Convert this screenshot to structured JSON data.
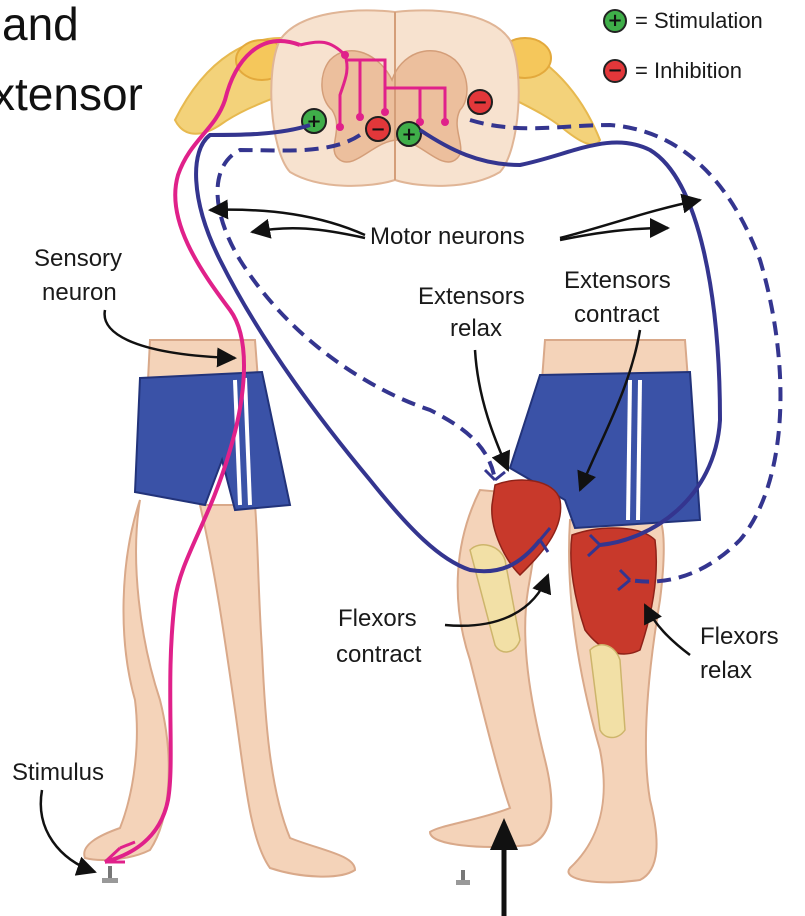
{
  "title": {
    "line1_fragment": "and",
    "line2_fragment": "xtensor"
  },
  "legend": {
    "stimulation": {
      "symbol": "+",
      "text": "= Stimulation",
      "color": "#3fae49"
    },
    "inhibition": {
      "symbol": "−",
      "text": "= Inhibition",
      "color": "#e2373a"
    }
  },
  "labels": {
    "motor_neurons": "Motor neurons",
    "sensory_neuron_1": "Sensory",
    "sensory_neuron_2": "neuron",
    "extensors_relax_1": "Extensors",
    "extensors_relax_2": "relax",
    "extensors_contract_1": "Extensors",
    "extensors_contract_2": "contract",
    "flexors_contract_1": "Flexors",
    "flexors_contract_2": "contract",
    "flexors_relax_1": "Flexors",
    "flexors_relax_2": "relax",
    "stimulus": "Stimulus"
  },
  "colors": {
    "sensory_neuron": "#e0218a",
    "motor_neuron": "#34358f",
    "muscle": "#c8392b",
    "skin": "#f4d3b9",
    "shorts": "#3a52a7",
    "spinal_gray": "#f2c9ad",
    "ganglion": "#f3d27a"
  }
}
